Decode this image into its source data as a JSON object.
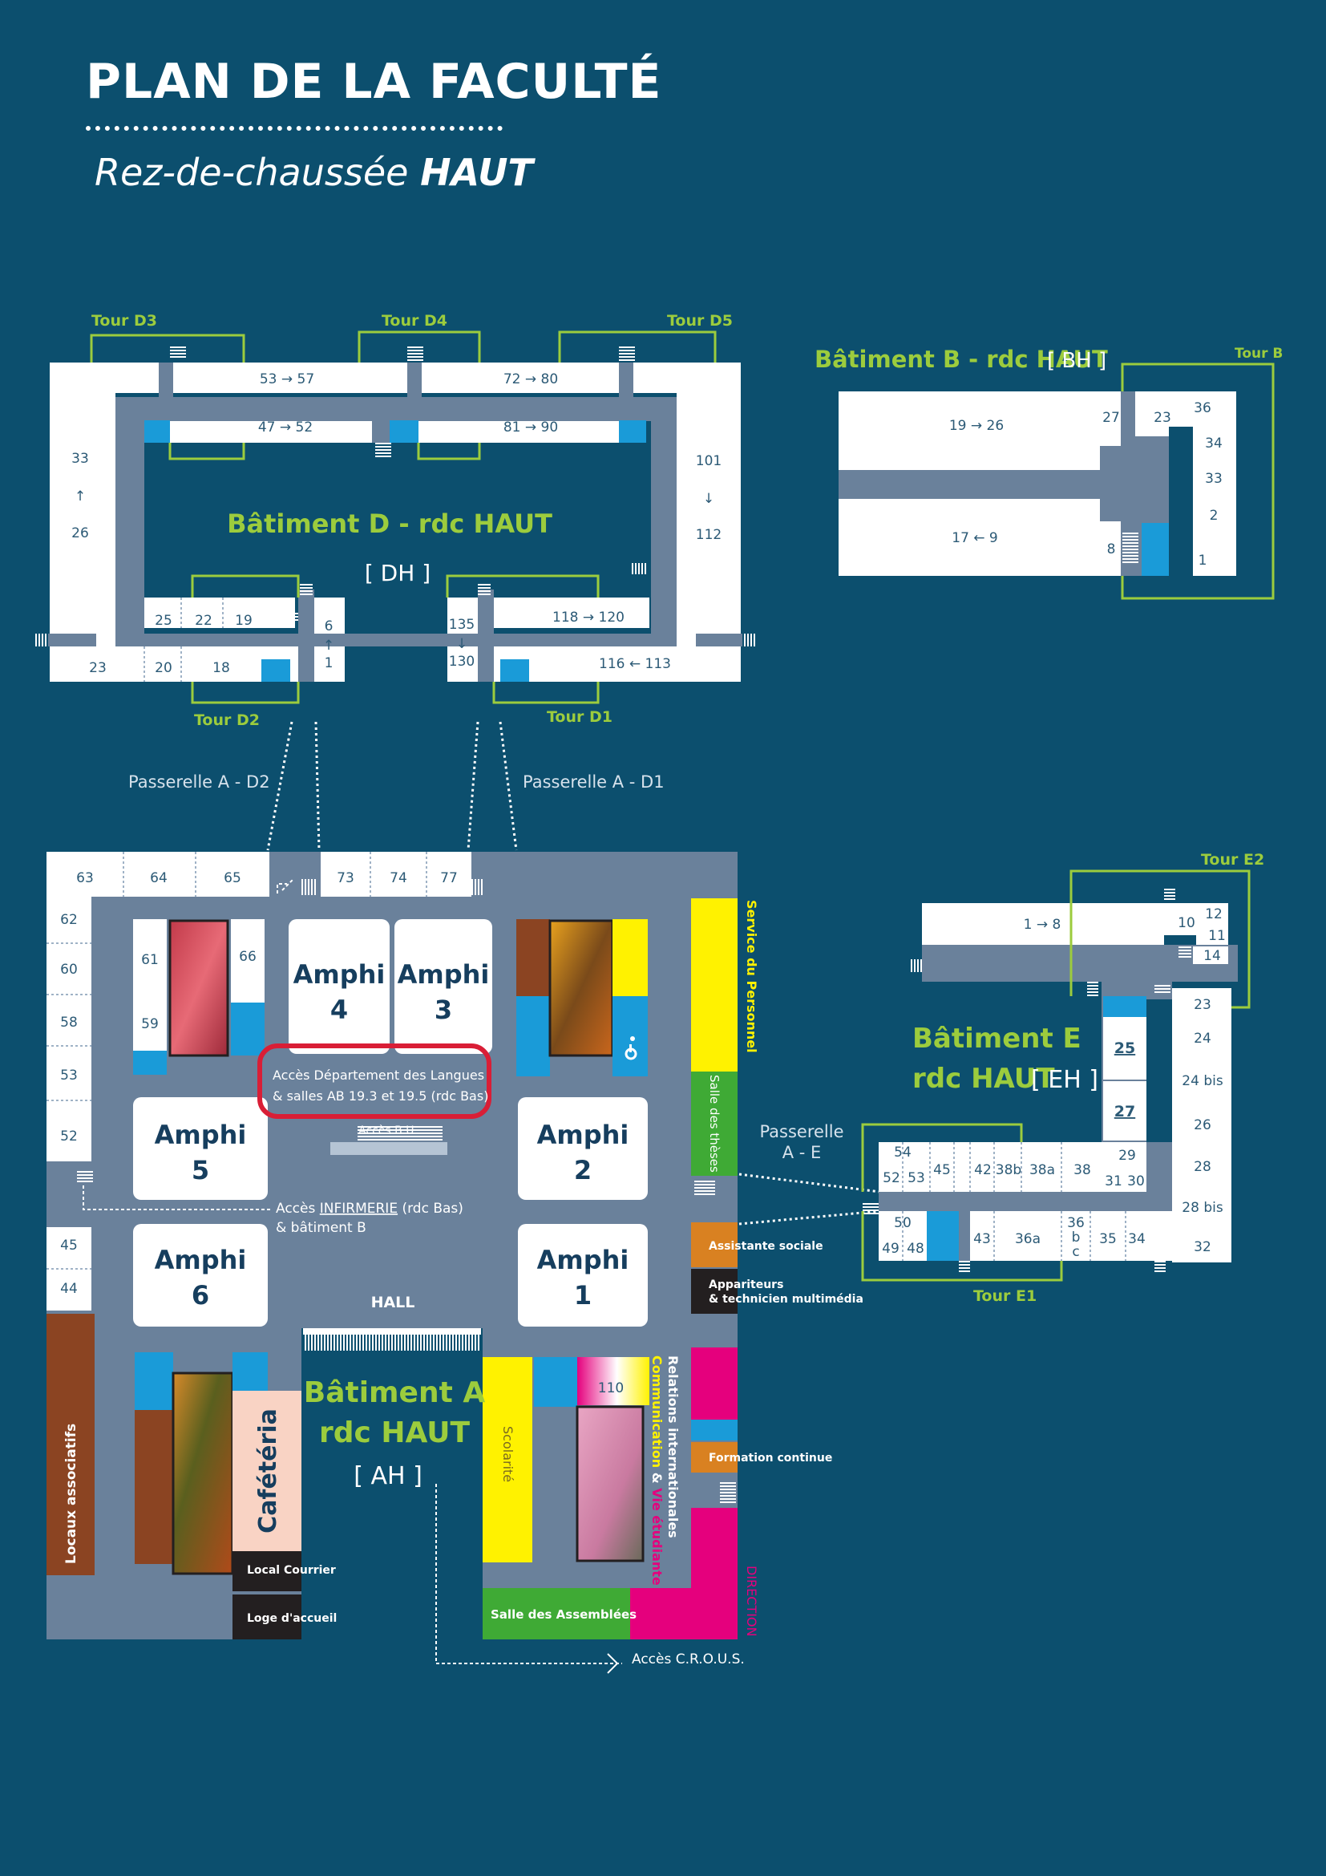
{
  "title": "PLAN DE LA FACULTÉ",
  "subtitle": {
    "prefix": "Rez-de-chaussée ",
    "bold": "HAUT"
  },
  "colors": {
    "background": "#0c4f6e",
    "corridor": "#6a819b",
    "room": "#ffffff",
    "stairs_accent": "#1a9bd8",
    "green_label": "#9ccc3d",
    "yellow": "#fff200",
    "magenta": "#e5007d",
    "orange": "#d98121",
    "brown": "#8b4422",
    "dark": "#231f20",
    "salmon": "#f9d3c4",
    "highlight_red": "#d91e36"
  },
  "building_d": {
    "name": "Bâtiment D - rdc HAUT",
    "code": "[ DH ]",
    "towers": [
      "Tour D3",
      "Tour D4",
      "Tour D5",
      "Tour D2",
      "Tour D1"
    ],
    "rooms": {
      "r53_57": "53 → 57",
      "r72_80": "72 → 80",
      "r47_52": "47 → 52",
      "r81_90": "81 → 90",
      "left_top": "33",
      "left_arrow": "↑",
      "left_bottom": "26",
      "right_top": "101",
      "right_arrow": "↓",
      "right_bottom": "112",
      "r25": "25",
      "r22": "22",
      "r19": "19",
      "r23": "23",
      "r20": "20",
      "r18": "18",
      "r6": "6",
      "r6_arrow": "↑",
      "r1": "1",
      "r135": "135",
      "r135_arrow": "↓",
      "r130": "130",
      "r118_120": "118 → 120",
      "r116_113": "116 ← 113"
    }
  },
  "building_b": {
    "name": "Bâtiment B - rdc HAUT",
    "code": "[ BH ]",
    "tower": "Tour B",
    "rooms": {
      "r19_26": "19 → 26",
      "r17_9": "17 ← 9",
      "r27": "27",
      "r23": "23",
      "r36": "36",
      "r34": "34",
      "r33": "33",
      "r2": "2",
      "r8": "8",
      "r1": "1"
    }
  },
  "building_e": {
    "name_line1": "Bâtiment E",
    "name_line2": "rdc HAUT",
    "code": "[ EH ]",
    "towers": [
      "Tour E2",
      "Tour E1"
    ],
    "rooms": {
      "r1_8": "1 → 8",
      "r10": "10",
      "r12": "12",
      "r11": "11",
      "r14": "14",
      "r23": "23",
      "r24": "24",
      "r24bis": "24 bis",
      "r26": "26",
      "r28": "28",
      "r28bis": "28 bis",
      "r32": "32",
      "r25": "25",
      "r27": "27",
      "r29": "29",
      "r31": "31",
      "r30": "30",
      "r54": "54",
      "r52": "52",
      "r53": "53",
      "r45": "45",
      "r42": "42",
      "r38b": "38b",
      "r38a": "38a",
      "r38": "38",
      "r50": "50",
      "r49": "49",
      "r48": "48",
      "r43": "43",
      "r36a": "36a",
      "r36": "36",
      "r36b": "b",
      "r36c": "c",
      "r35": "35",
      "r34": "34"
    }
  },
  "building_a": {
    "name_line1": "Bâtiment A",
    "name_line2": "rdc HAUT",
    "code": "[ AH ]",
    "hall": "HALL",
    "amphis": [
      {
        "label": "Amphi",
        "number": "4"
      },
      {
        "label": "Amphi",
        "number": "3"
      },
      {
        "label": "Amphi",
        "number": "5"
      },
      {
        "label": "Amphi",
        "number": "2"
      },
      {
        "label": "Amphi",
        "number": "6"
      },
      {
        "label": "Amphi",
        "number": "1"
      }
    ],
    "rooms": {
      "r63": "63",
      "r64": "64",
      "r65": "65",
      "r73": "73",
      "r74": "74",
      "r77": "77",
      "r62": "62",
      "r60": "60",
      "r58": "58",
      "r53": "53",
      "r52": "52",
      "r45": "45",
      "r44": "44",
      "r61": "61",
      "r59": "59",
      "r66": "66",
      "r110": "110"
    },
    "services": {
      "personnel": "Service du Personnel",
      "theses": "Salle des thèses",
      "assistante": "Assistante sociale",
      "appariteurs_1": "Appariteurs",
      "appariteurs_2": "& technicien multimédia",
      "formation": "Formation continue",
      "direction": "DIRECTION",
      "relations": "Relations internationales",
      "communication_1": "Communication",
      "communication_amp": " & ",
      "communication_2": "Vie étudiante",
      "scolarite": "Scolarité",
      "assemblees": "Salle des Assemblées",
      "locaux": "Locaux associatifs",
      "cafeteria": "Cafétéria",
      "courrier": "Local Courrier",
      "loge": "Loge d'accueil",
      "bu": "Accès B.U."
    },
    "langues_line1": "Accès Département des Langues",
    "langues_line2": "& salles AB 19.3 et 19.5 (rdc Bas)",
    "infirmerie_pre": "Accès ",
    "infirmerie_link": "INFIRMERIE",
    "infirmerie_post": " (rdc Bas)",
    "batiment_b": "& bâtiment B",
    "crous": "Accès C.R.O.U.S."
  },
  "passerelles": {
    "a_d2": "Passerelle A - D2",
    "a_d1": "Passerelle A - D1",
    "a_e_1": "Passerelle",
    "a_e_2": "A - E"
  }
}
